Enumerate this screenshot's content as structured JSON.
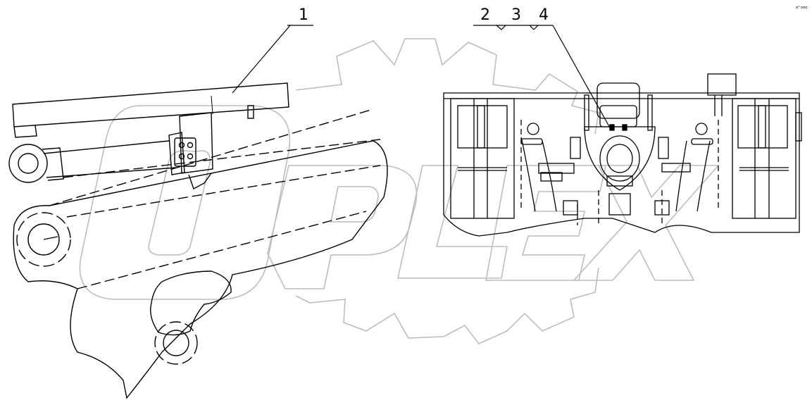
{
  "callouts": [
    {
      "id": "callout-1",
      "label": "1"
    },
    {
      "id": "callout-2",
      "label": "2"
    },
    {
      "id": "callout-3",
      "label": "3"
    },
    {
      "id": "callout-4",
      "label": "4"
    }
  ],
  "corner_text": "a° ooo",
  "watermark": {
    "text": "OPLEX",
    "color": "#c8c8c8"
  },
  "colors": {
    "line": "#000000",
    "watermark_outline": "#bdbdbd",
    "background": "#ffffff"
  }
}
